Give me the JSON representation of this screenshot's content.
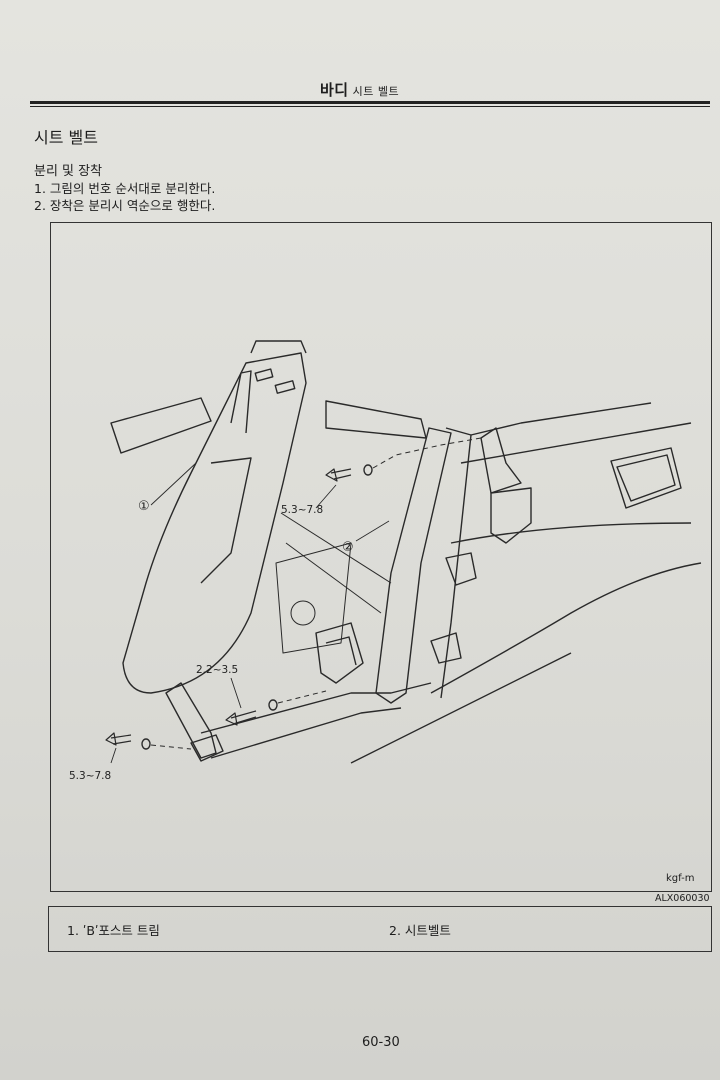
{
  "header": {
    "main": "바디",
    "sub": "시트 벨트"
  },
  "section_title": "시트 벨트",
  "sub_title": "분리 및 장착",
  "steps": {
    "s1": "1. 그림의 번호 순서대로 분리한다.",
    "s2": "2. 장착은 분리시 역순으로 행한다."
  },
  "figure": {
    "callouts": {
      "c1": "①",
      "c2": "②"
    },
    "torques": {
      "t_upper": "5.3~7.8",
      "t_mid": "2.2~3.5",
      "t_lower": "5.3~7.8"
    },
    "unit": "kgf-m",
    "id": "ALX060030"
  },
  "legend": {
    "item1": "1. ʹBʹ포스트 트림",
    "item2": "2. 시트벨트"
  },
  "page_number": "60-30"
}
